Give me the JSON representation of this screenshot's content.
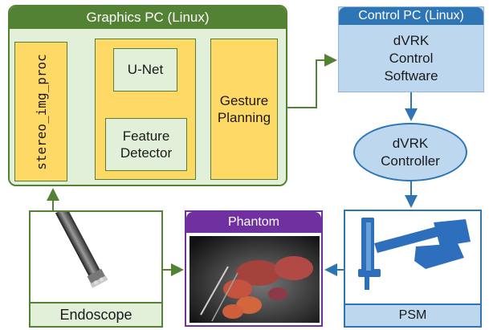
{
  "graphics_pc": {
    "title": "Graphics PC (Linux)",
    "stereo_label": "stereo_img_proc",
    "unet_label": "U-Net",
    "feature_line1": "Feature",
    "feature_line2": "Detector",
    "gesture_line1": "Gesture",
    "gesture_line2": "Planning"
  },
  "control_pc": {
    "title": "Control PC (Linux)",
    "line1": "dVRK",
    "line2": "Control",
    "line3": "Software"
  },
  "controller": {
    "line1": "dVRK",
    "line2": "Controller"
  },
  "endoscope": {
    "label": "Endoscope"
  },
  "phantom": {
    "title": "Phantom"
  },
  "psm": {
    "label": "PSM"
  },
  "colors": {
    "green_dark": "#548235",
    "green_light": "#e2efd9",
    "yellow": "#ffd966",
    "blue_dark": "#2e75b6",
    "blue_light": "#bdd7ee",
    "purple": "#7030a0",
    "arrow_blue": "#2e75b6",
    "arrow_green": "#548235"
  }
}
